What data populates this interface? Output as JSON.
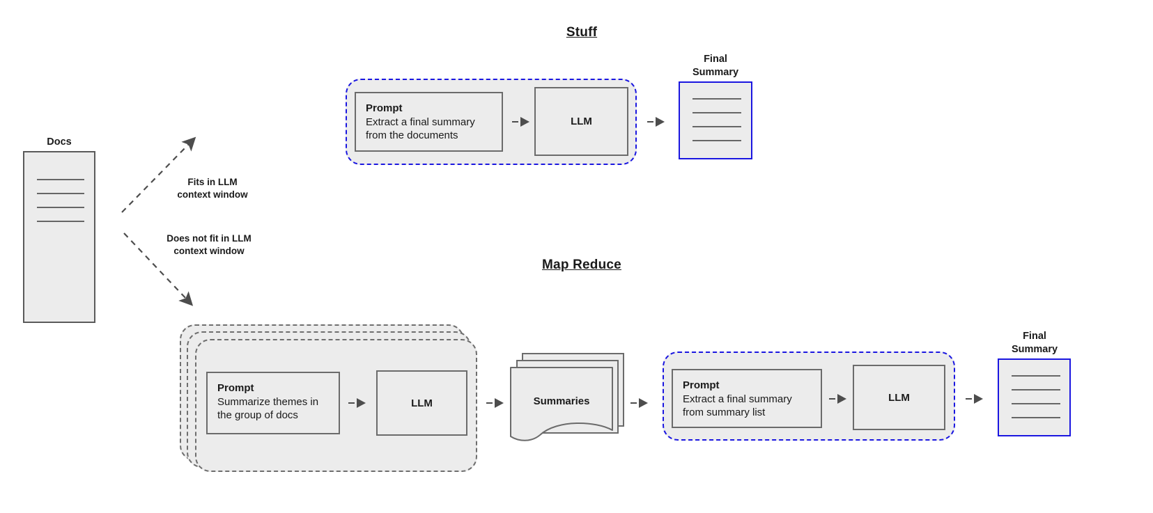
{
  "diagram": {
    "source": {
      "label": "Docs"
    },
    "branches": [
      {
        "label_line1": "Fits in LLM",
        "label_line2": "context window"
      },
      {
        "label_line1": "Does not fit in LLM",
        "label_line2": "context window"
      }
    ],
    "stuff": {
      "title": "Stuff",
      "prompt_title": "Prompt",
      "prompt_line1": "Extract a final summary",
      "prompt_line2": "from the documents",
      "llm_label": "LLM",
      "output_caption_line1": "Final",
      "output_caption_line2": "Summary"
    },
    "map_reduce": {
      "title": "Map Reduce",
      "map_prompt_title": "Prompt",
      "map_prompt_line1": "Summarize themes in",
      "map_prompt_line2": "the group of docs",
      "map_llm_label": "LLM",
      "summaries_label": "Summaries",
      "reduce_prompt_title": "Prompt",
      "reduce_prompt_line1": "Extract a final summary",
      "reduce_prompt_line2": "from summary list",
      "reduce_llm_label": "LLM",
      "output_caption_line1": "Final",
      "output_caption_line2": "Summary"
    },
    "colors": {
      "fill": "#ececec",
      "stroke": "#6b6b6b",
      "accent_blue": "#1a16e0",
      "arrow": "#4d4d4d",
      "text": "#1a1a1a"
    }
  }
}
